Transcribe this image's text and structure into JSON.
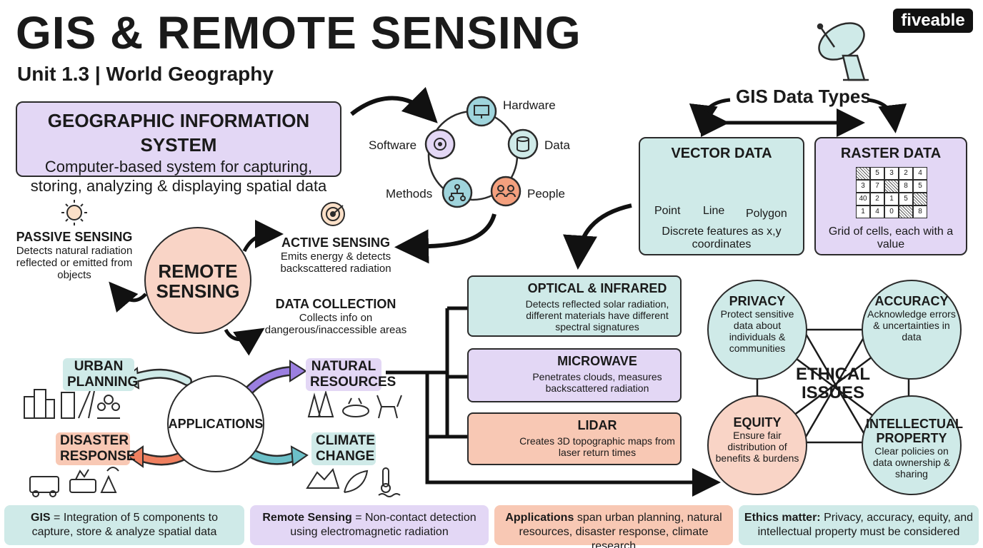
{
  "header": {
    "title": "GIS & REMOTE SENSING",
    "subtitle": "Unit 1.3 | World Geography",
    "brand": "fiveable"
  },
  "gis": {
    "title": "GEOGRAPHIC INFORMATION SYSTEM",
    "description": "Computer-based system for capturing, storing, analyzing & displaying spatial data"
  },
  "components": {
    "hardware": "Hardware",
    "software": "Software",
    "data": "Data",
    "methods": "Methods",
    "people": "People"
  },
  "data_types": {
    "title": "GIS Data Types",
    "vector": {
      "title": "VECTOR DATA",
      "point": "Point",
      "line": "Line",
      "polygon": "Polygon",
      "description": "Discrete features as x,y coordinates"
    },
    "raster": {
      "title": "RASTER DATA",
      "description": "Grid of cells, each with a value",
      "grid": [
        [
          "",
          "5",
          "3",
          "2",
          "4"
        ],
        [
          "3",
          "7",
          "",
          "8",
          "5"
        ],
        [
          "40",
          "2",
          "1",
          "5",
          ""
        ],
        [
          "1",
          "4",
          "0",
          "",
          "8"
        ]
      ]
    }
  },
  "remote_sensing": {
    "label": "REMOTE SENSING",
    "passive": {
      "title": "PASSIVE SENSING",
      "description": "Detects natural radiation reflected or emitted from objects"
    },
    "active": {
      "title": "ACTIVE SENSING",
      "description": "Emits energy & detects backscattered radiation"
    },
    "collection": {
      "title": "DATA COLLECTION",
      "description": "Collects info on dangerous/inaccessible areas"
    }
  },
  "technologies": {
    "optical": {
      "title": "OPTICAL & INFRARED",
      "description": "Detects reflected solar radiation, different materials have different spectral signatures"
    },
    "microwave": {
      "title": "MICROWAVE",
      "description": "Penetrates clouds, measures backscattered radiation"
    },
    "lidar": {
      "title": "LIDAR",
      "description": "Creates 3D topographic maps from laser return times"
    }
  },
  "applications": {
    "label": "APPLICATIONS",
    "urban": "URBAN PLANNING",
    "natural": "NATURAL RESOURCES",
    "disaster": "DISASTER RESPONSE",
    "climate": "CLIMATE CHANGE"
  },
  "ethics": {
    "label": "ETHICAL ISSUES",
    "privacy": {
      "title": "PRIVACY",
      "description": "Protect sensitive data about individuals & communities"
    },
    "accuracy": {
      "title": "ACCURACY",
      "description": "Acknowledge errors & uncertainties in data"
    },
    "equity": {
      "title": "EQUITY",
      "description": "Ensure fair distribution of benefits & burdens"
    },
    "ip": {
      "title": "INTELLECTUAL PROPERTY",
      "description": "Clear policies on data ownership & sharing"
    }
  },
  "footer": {
    "gis_bold": "GIS",
    "gis_text": "= Integration of 5 components to capture, store & analyze spatial data",
    "rs_bold": "Remote Sensing",
    "rs_text": "= Non-contact detection using electromagnetic radiation",
    "apps_bold": "Applications",
    "apps_text": "span urban planning, natural resources, disaster response, climate research",
    "eth_bold": "Ethics matter:",
    "eth_text": "Privacy, accuracy, equity, and intellectual property must be considered"
  },
  "colors": {
    "lavender": "#e3d7f5",
    "teal": "#cfeae8",
    "salmon": "#f8c8b4",
    "peach": "#f9d4c6",
    "ink": "#2b2b2b"
  }
}
